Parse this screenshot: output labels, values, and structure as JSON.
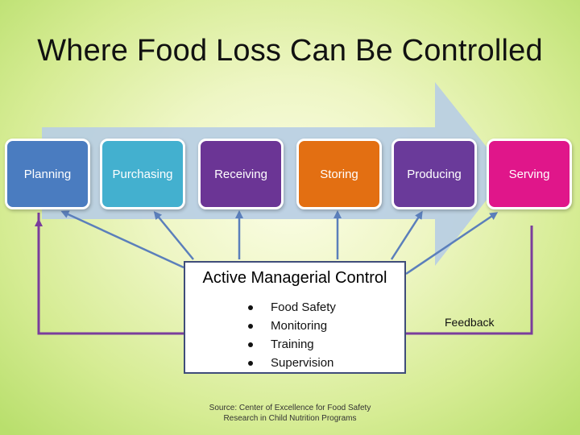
{
  "title": "Where Food Loss Can Be Controlled",
  "stages": [
    {
      "label": "Planning",
      "color": "#4a7cc0"
    },
    {
      "label": "Purchasing",
      "color": "#43b0cf"
    },
    {
      "label": "Receiving",
      "color": "#6b3595"
    },
    {
      "label": "Storing",
      "color": "#e36f12"
    },
    {
      "label": "Producing",
      "color": "#6a3a9a"
    },
    {
      "label": "Serving",
      "color": "#e0168a"
    }
  ],
  "control_box": {
    "title": "Active Managerial Control",
    "items": [
      "Food Safety",
      "Monitoring",
      "Training",
      "Supervision"
    ]
  },
  "feedback_label": "Feedback",
  "source": "Source: Center of Excellence for Food Safety Research in Child Nutrition Programs",
  "colors": {
    "process_arrow": "#b7cde4",
    "connector_arrow": "#5b7fbb",
    "feedback_line": "#7a3d9c"
  }
}
